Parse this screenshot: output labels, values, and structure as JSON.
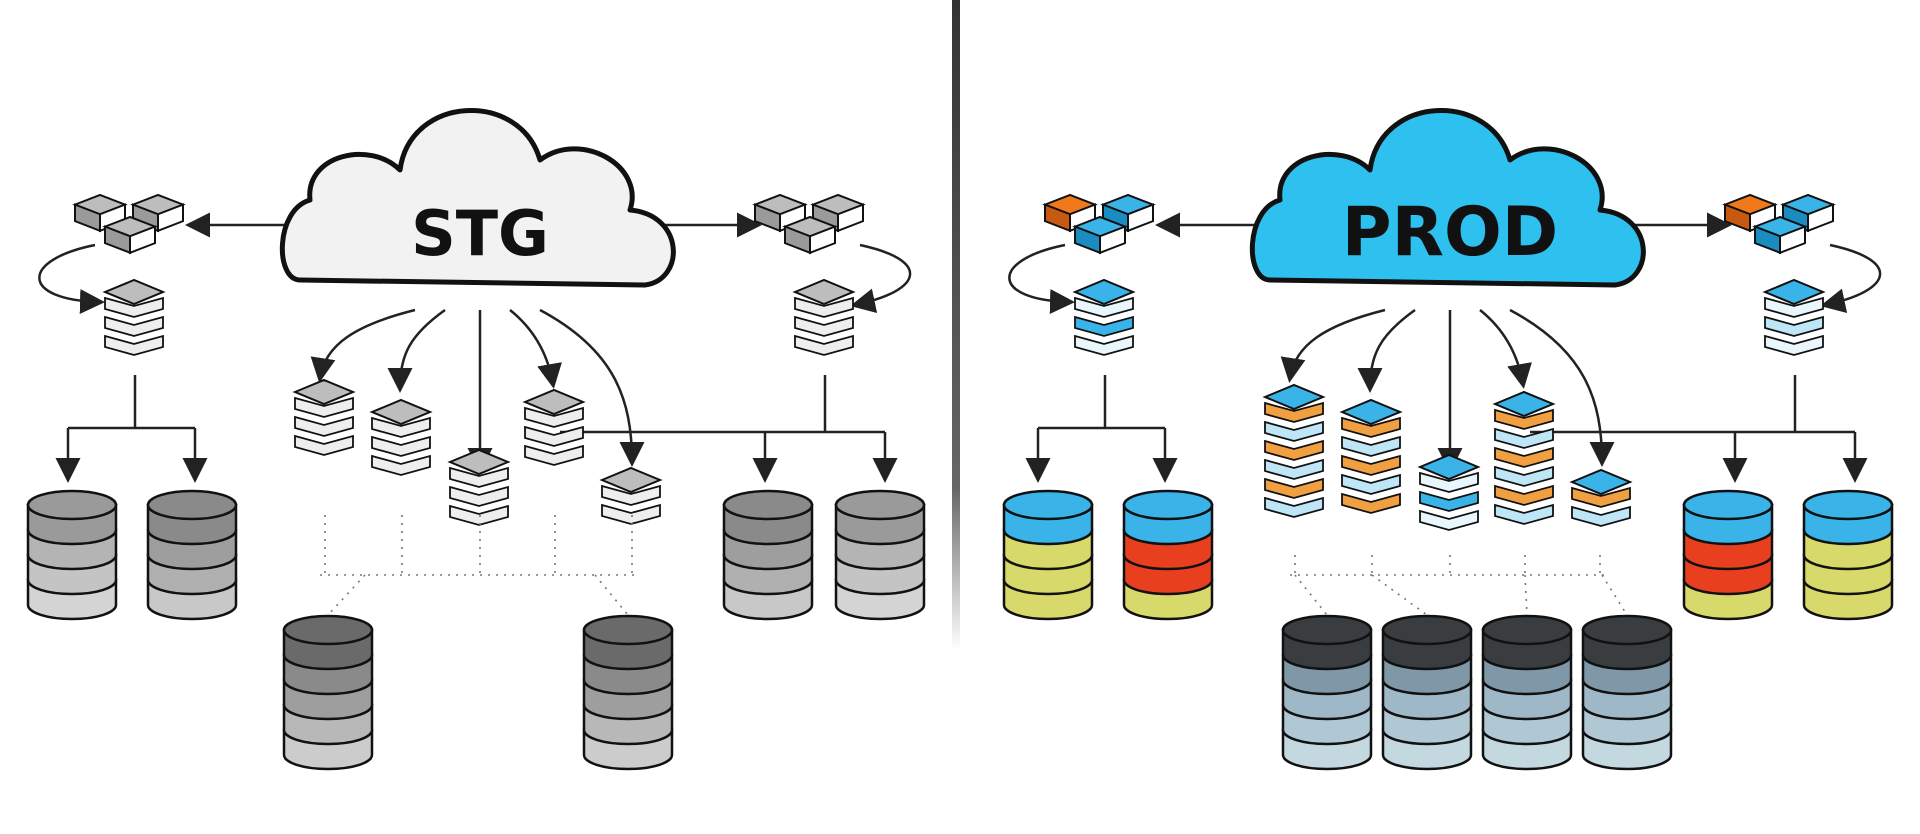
{
  "panels": {
    "left": {
      "label": "STG",
      "palette": "grayscale"
    },
    "right": {
      "label": "PROD",
      "palette": "color"
    }
  },
  "colors": {
    "prod_cloud": "#2ec0ee",
    "prod_cube_top": "#3ab4e8",
    "prod_accent_orange": "#f07a1a",
    "prod_yellow": "#d7d96a",
    "prod_red": "#e8401f",
    "prod_dark_db": "#3a3d40",
    "stg_fill": "#bdbdbd",
    "stg_dark": "#8a8a8a",
    "divider": "#444444"
  },
  "icons": {
    "cloud": "cloud-icon",
    "server_cluster": "server-cluster-icon",
    "server_stack": "server-stack-icon",
    "database": "database-icon",
    "divider": "panel-divider"
  }
}
